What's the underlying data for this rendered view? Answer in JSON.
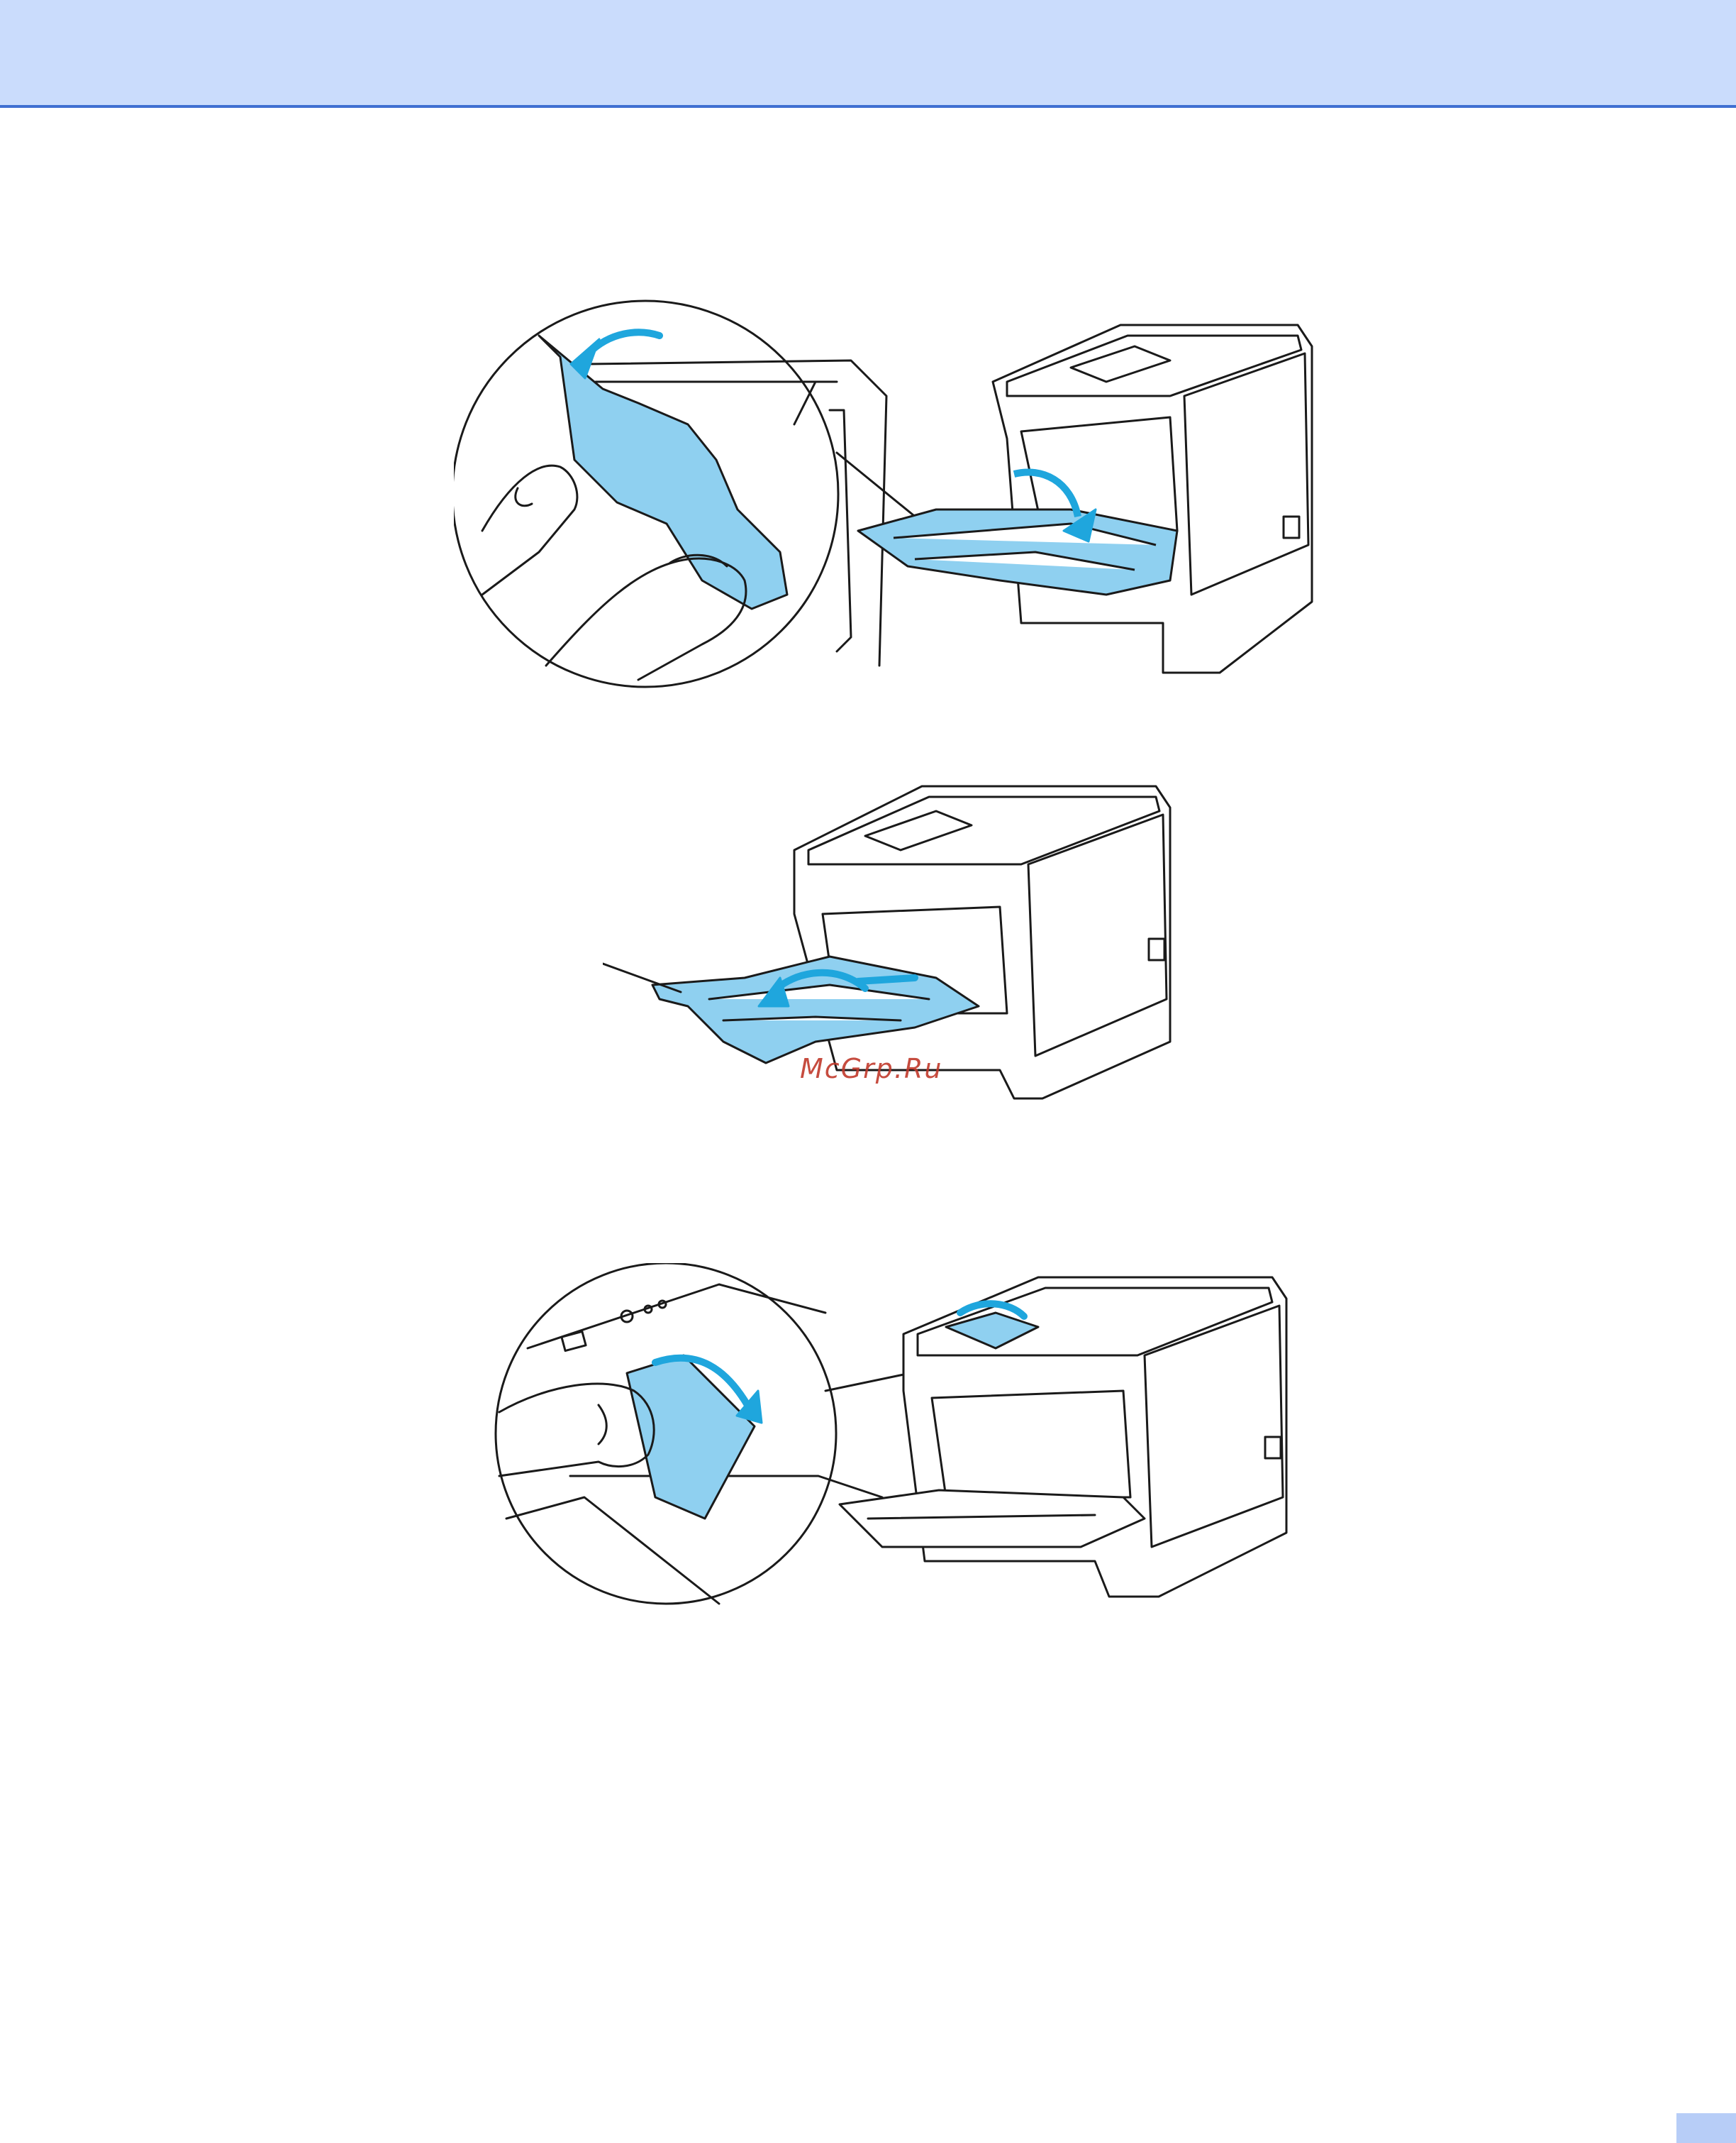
{
  "watermark": {
    "text": "McGrp.Ru"
  },
  "colors": {
    "header": "#cadcfc",
    "header_rule": "#3f6fd1",
    "part_highlight": "#8fd0f0",
    "arrow": "#1fa6dd",
    "outline": "#1a1a1a",
    "page_tab": "#b7cdf7"
  },
  "figures": [
    {
      "id": "fig-1",
      "icon": "open-mp-tray-illustration"
    },
    {
      "id": "fig-2",
      "icon": "pull-out-support-illustration"
    },
    {
      "id": "fig-3",
      "icon": "unfold-support-flap-illustration"
    }
  ]
}
